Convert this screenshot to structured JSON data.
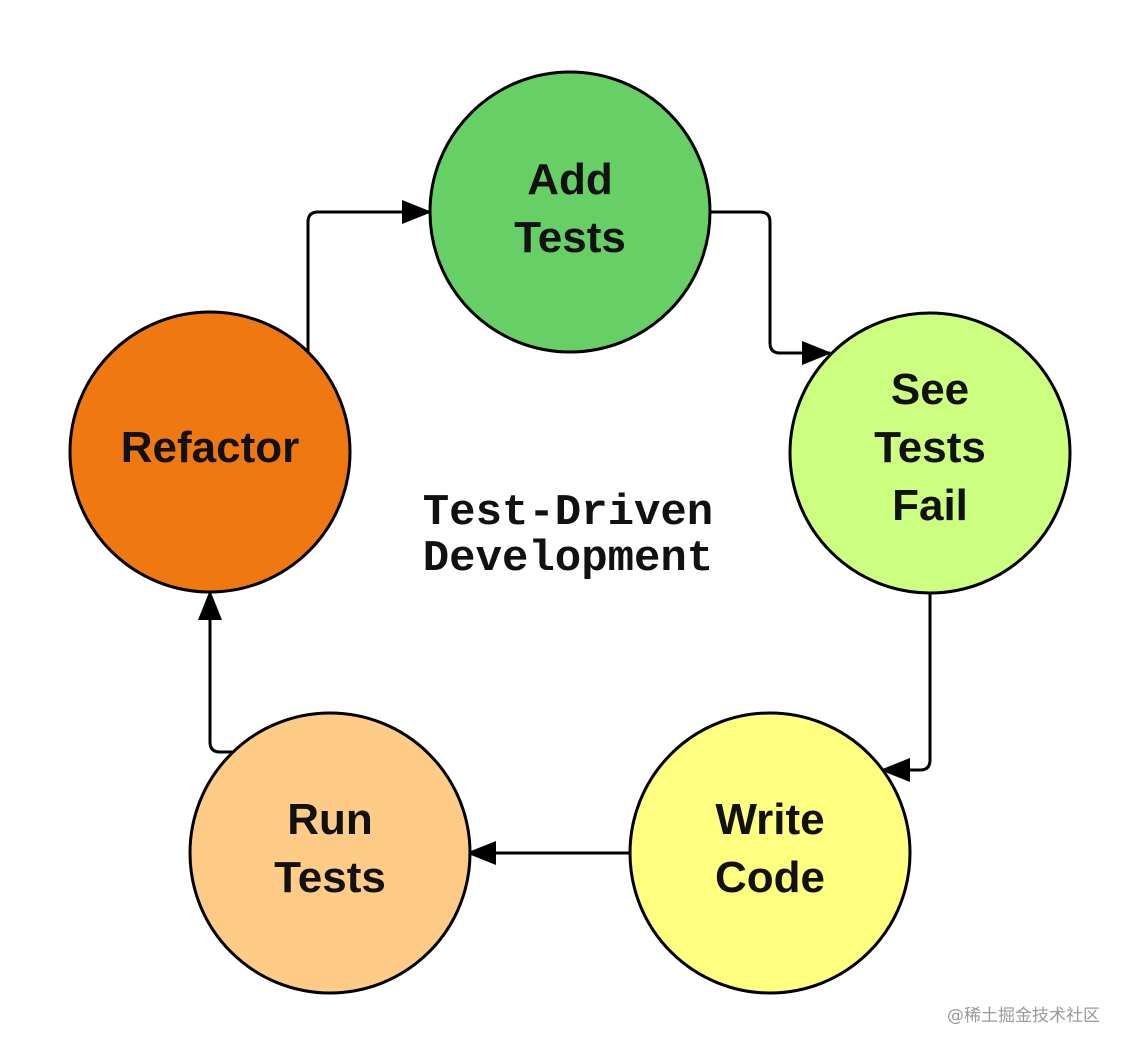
{
  "title_lines": [
    "Test-Driven",
    "Development"
  ],
  "nodes": [
    {
      "id": "add-tests",
      "lines": [
        "Add",
        "Tests"
      ],
      "color": "#66d066"
    },
    {
      "id": "see-tests-fail",
      "lines": [
        "See",
        "Tests",
        "Fail"
      ],
      "color": "#ccff80"
    },
    {
      "id": "write-code",
      "lines": [
        "Write",
        "Code"
      ],
      "color": "#ffff80"
    },
    {
      "id": "run-tests",
      "lines": [
        "Run",
        "Tests"
      ],
      "color": "#ffcc88"
    },
    {
      "id": "refactor",
      "lines": [
        "Refactor"
      ],
      "color": "#f07810"
    }
  ],
  "watermark": "@稀土掘金技术社区"
}
